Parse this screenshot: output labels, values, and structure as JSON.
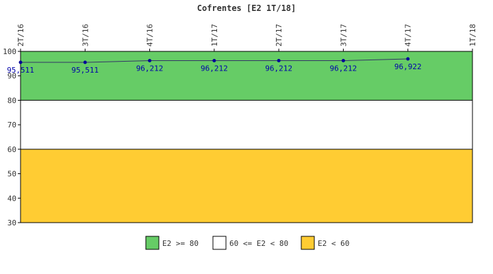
{
  "chart_data": {
    "type": "line",
    "title": "Cofrentes [E2 1T/18]",
    "categories": [
      "2T/16",
      "3T/16",
      "4T/16",
      "1T/17",
      "2T/17",
      "3T/17",
      "4T/17",
      "1T/18"
    ],
    "series": [
      {
        "values": [
          95.511,
          95.511,
          96.212,
          96.212,
          96.212,
          96.212,
          96.922
        ]
      }
    ],
    "data_labels": [
      "95,511",
      "95,511",
      "96,212",
      "96,212",
      "96,212",
      "96,212",
      "96,922"
    ],
    "ylim": [
      30,
      100
    ],
    "yticks": [
      "30",
      "40",
      "50",
      "60",
      "70",
      "80",
      "90",
      "100"
    ],
    "bands": [
      {
        "from": 80,
        "to": 100,
        "color": "#66cc66",
        "label": "E2 >= 80"
      },
      {
        "from": 60,
        "to": 80,
        "color": "#ffffff",
        "label": "60 <= E2 < 80"
      },
      {
        "from": 30,
        "to": 60,
        "color": "#ffcc33",
        "label": "E2 < 60"
      }
    ],
    "line_color": "#333366",
    "marker_color": "#000099",
    "label_color": "#0000aa",
    "grid": false,
    "legend_position": "bottom"
  }
}
